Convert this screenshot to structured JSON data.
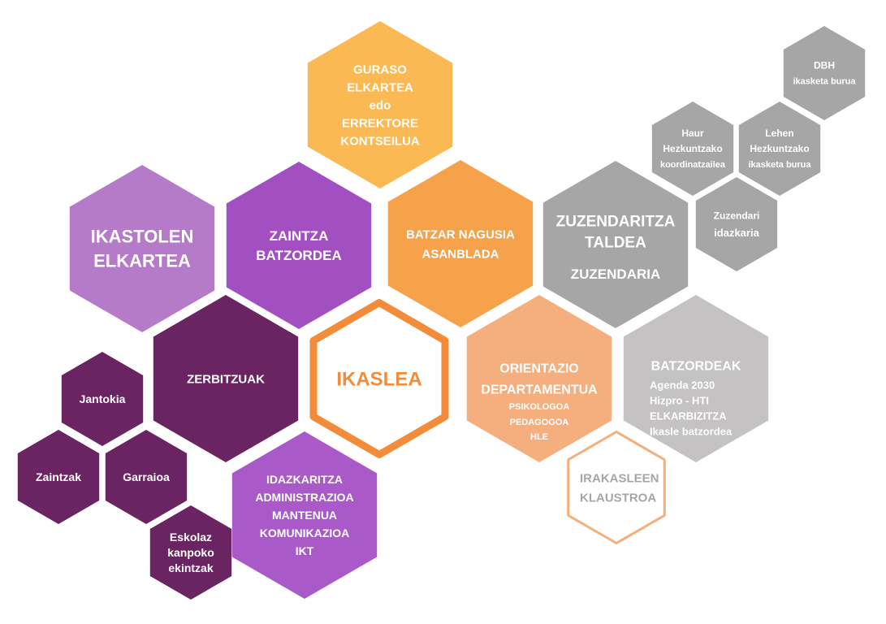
{
  "colors": {
    "yellow": "#FBB953",
    "orange": "#F6A24A",
    "light_orange": "#F5AE7D",
    "accent_orange": "#F28C3A",
    "light_purple": "#B57BC9",
    "purple": "#A24FC2",
    "violet": "#A95AC8",
    "dark_purple": "#6B2462",
    "grey": "#A6A6A6",
    "light_grey": "#C4C2C2",
    "white": "#FFFFFF"
  },
  "hexagons": [
    {
      "id": "guraso-elkartea",
      "lines": [
        "GURASO",
        "ELKARTEA",
        "edo",
        "ERREKTORE",
        "KONTSEILUA"
      ],
      "fill": "yellow",
      "text": "white",
      "outline": false
    },
    {
      "id": "ikastolen-elkartea",
      "lines": [
        "IKASTOLEN",
        "ELKARTEA"
      ],
      "fill": "light_purple",
      "text": "white",
      "outline": false
    },
    {
      "id": "zaintza-batzordea",
      "lines": [
        "ZAINTZA",
        "BATZORDEA"
      ],
      "fill": "purple",
      "text": "white",
      "outline": false
    },
    {
      "id": "batzar-nagusia",
      "lines": [
        "BATZAR NAGUSIA",
        "ASANBLADA"
      ],
      "fill": "orange",
      "text": "white",
      "outline": false
    },
    {
      "id": "zuzendaritza-taldea",
      "lines": [
        "ZUZENDARITZA",
        "TALDEA",
        "",
        "ZUZENDARIA"
      ],
      "fill": "grey",
      "text": "white",
      "outline": false
    },
    {
      "id": "dbh",
      "lines": [
        "DBH",
        "ikasketa burua"
      ],
      "fill": "grey",
      "text": "white",
      "outline": false
    },
    {
      "id": "haur-hezkuntzako",
      "lines": [
        "Haur",
        "Hezkuntzako",
        "koordinatzailea"
      ],
      "fill": "grey",
      "text": "white",
      "outline": false
    },
    {
      "id": "lehen-hezkuntzako",
      "lines": [
        "Lehen",
        "Hezkuntzako",
        "ikasketa burua"
      ],
      "fill": "grey",
      "text": "white",
      "outline": false
    },
    {
      "id": "zuzendari-idazkaria",
      "lines": [
        "Zuzendari",
        "idazkaria"
      ],
      "fill": "grey",
      "text": "white",
      "outline": false
    },
    {
      "id": "zerbitzuak",
      "lines": [
        "ZERBITZUAK"
      ],
      "fill": "dark_purple",
      "text": "white",
      "outline": false
    },
    {
      "id": "ikaslea",
      "lines": [
        "IKASLEA"
      ],
      "fill": "white",
      "text": "accent_orange",
      "outline": true
    },
    {
      "id": "orientazio-departamentua",
      "lines": [
        "ORIENTAZIO",
        "DEPARTAMENTUA",
        "PSIKOLOGOA",
        "PEDAGOGOA",
        "HLE"
      ],
      "fill": "light_orange",
      "text": "white",
      "outline": false
    },
    {
      "id": "batzordeak",
      "lines": [
        "BATZORDEAK",
        "Agenda 2030",
        "Hizpro - HTI",
        "ELKARBIZITZA",
        "Ikasle batzordea"
      ],
      "fill": "light_grey",
      "text": "white",
      "outline": false
    },
    {
      "id": "jantokia",
      "lines": [
        "Jantokia"
      ],
      "fill": "dark_purple",
      "text": "white",
      "outline": false
    },
    {
      "id": "zaintzak",
      "lines": [
        "Zaintzak"
      ],
      "fill": "dark_purple",
      "text": "white",
      "outline": false
    },
    {
      "id": "garraioa",
      "lines": [
        "Garraioa"
      ],
      "fill": "dark_purple",
      "text": "white",
      "outline": false
    },
    {
      "id": "idazkaritza",
      "lines": [
        "IDAZKARITZA",
        "ADMINISTRAZIOA",
        "MANTENUA",
        "KOMUNIKAZIOA",
        "IKT"
      ],
      "fill": "violet",
      "text": "white",
      "outline": false
    },
    {
      "id": "irakasleen-klaustroa",
      "lines": [
        "IRAKASLEEN",
        "KLAUSTROA"
      ],
      "fill": "white",
      "text": "grey",
      "outline": true
    },
    {
      "id": "eskolaz-kanpoko",
      "lines": [
        "Eskolaz",
        "kanpoko",
        "ekintzak"
      ],
      "fill": "dark_purple",
      "text": "white",
      "outline": false
    }
  ]
}
